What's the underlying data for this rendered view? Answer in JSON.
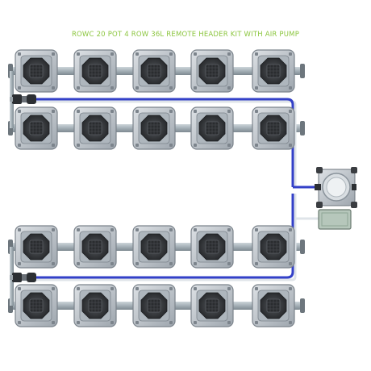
{
  "title": "ROWC 20 POT 4 ROW 36L REMOTE HEADER KIT WITH AIR PUMP",
  "components": {
    "pot_module": "square-grow-pot-icon",
    "manifold_pipe": "pvc-pipe-icon",
    "water_line": "blue-hose-icon",
    "air_line": "white-air-tube-icon",
    "header_tank": "remote-header-tank-icon",
    "air_pump": "air-pump-icon",
    "end_valve": "drain-valve-icon"
  },
  "layout": {
    "rows": 4,
    "pots_per_row": 5,
    "total_pots": 20
  },
  "colors": {
    "title": "#8cc63f",
    "pot_body": "#c3c8ce",
    "pot_edge": "#7c848c",
    "pot_lid_dark": "#3a3d41",
    "pipe": "#a9b4bb",
    "water_line": "#3340c8",
    "air_line": "#e9edf1",
    "pump_body": "#b6c7bb",
    "tank_body": "#d5dade"
  }
}
